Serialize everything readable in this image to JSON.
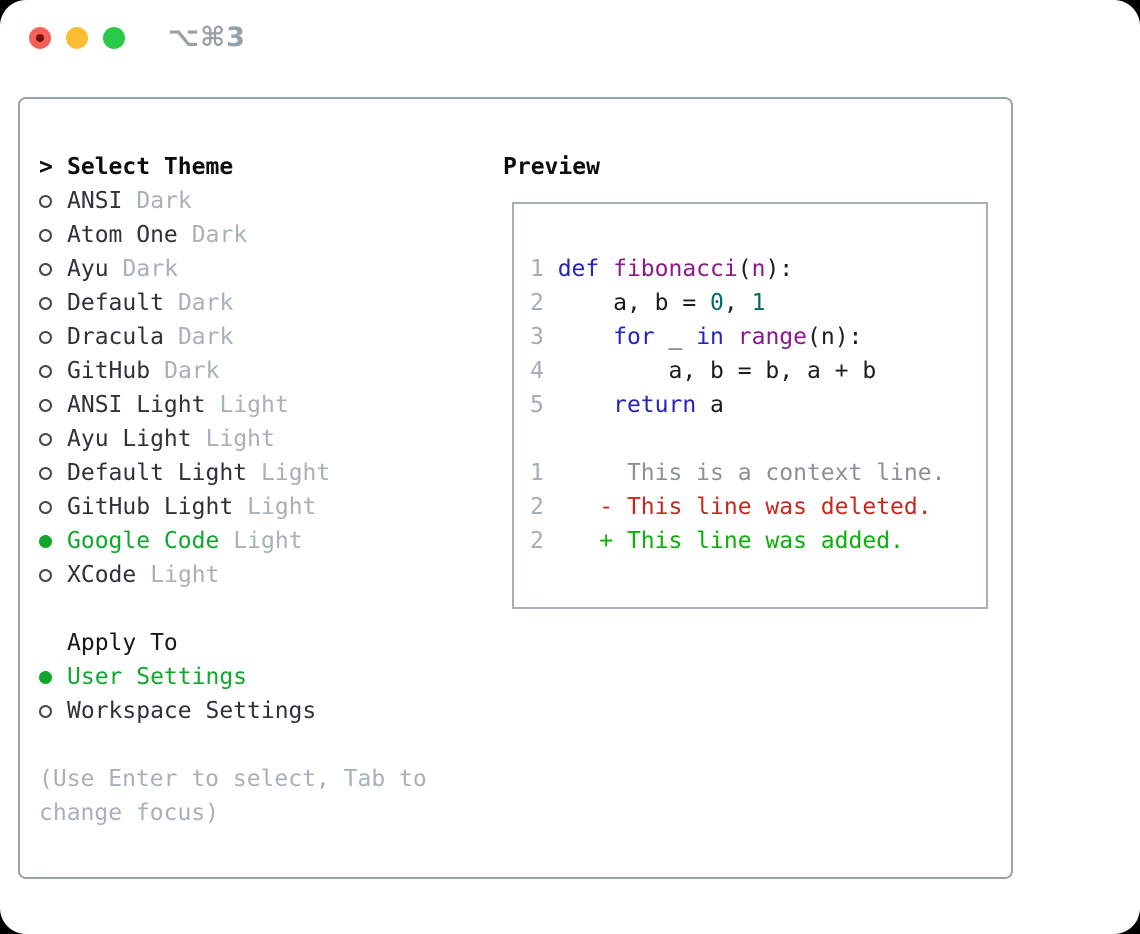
{
  "window": {
    "title": "⌥⌘3"
  },
  "icons": {
    "selection_caret": ">",
    "radio_unchecked": "○",
    "radio_checked": "●"
  },
  "colors": {
    "selection_green": "#0fa82f",
    "added_green": "#0bb00b",
    "deleted_red": "#c5291c",
    "keyword_blue": "#2323be",
    "function_purple": "#8c198c",
    "literal_teal": "#066969",
    "muted_gray": "#a7b0bb",
    "context_gray": "#8b9199",
    "traffic_red": "#f3605a",
    "traffic_yellow": "#fcbc33",
    "traffic_green": "#2bc948"
  },
  "theme_list": {
    "header": "Select Theme",
    "items": [
      {
        "name": "ANSI",
        "variant": "Dark",
        "selected": false
      },
      {
        "name": "Atom One",
        "variant": "Dark",
        "selected": false
      },
      {
        "name": "Ayu",
        "variant": "Dark",
        "selected": false
      },
      {
        "name": "Default",
        "variant": "Dark",
        "selected": false
      },
      {
        "name": "Dracula",
        "variant": "Dark",
        "selected": false
      },
      {
        "name": "GitHub",
        "variant": "Dark",
        "selected": false
      },
      {
        "name": "ANSI Light",
        "variant": "Light",
        "selected": false
      },
      {
        "name": "Ayu Light",
        "variant": "Light",
        "selected": false
      },
      {
        "name": "Default Light",
        "variant": "Light",
        "selected": false
      },
      {
        "name": "GitHub Light",
        "variant": "Light",
        "selected": false
      },
      {
        "name": "Google Code",
        "variant": "Light",
        "selected": true
      },
      {
        "name": "XCode",
        "variant": "Light",
        "selected": false
      }
    ]
  },
  "apply_to": {
    "label": "Apply To",
    "options": [
      {
        "name": "User Settings",
        "selected": true
      },
      {
        "name": "Workspace Settings",
        "selected": false
      }
    ]
  },
  "hint": {
    "line1": "(Use Enter to select, Tab to",
    "line2": "change focus)"
  },
  "preview": {
    "title": "Preview",
    "code_lines": [
      {
        "segs": [
          {
            "t": "1 "
          },
          {
            "t": "def "
          },
          {
            "t": "fibonacci"
          },
          {
            "t": "("
          },
          {
            "t": "n"
          },
          {
            "t": "):"
          }
        ]
      },
      {
        "segs": [
          {
            "t": "2 "
          },
          {
            "t": "    a, b = "
          },
          {
            "t": "0"
          },
          {
            "t": ", "
          },
          {
            "t": "1"
          }
        ]
      },
      {
        "segs": [
          {
            "t": "3 "
          },
          {
            "t": "    "
          },
          {
            "t": "for"
          },
          {
            "t": " _ "
          },
          {
            "t": "in"
          },
          {
            "t": " "
          },
          {
            "t": "range"
          },
          {
            "t": "(n):"
          }
        ]
      },
      {
        "segs": [
          {
            "t": "4 "
          },
          {
            "t": "        a, b = b, a + b"
          }
        ]
      },
      {
        "segs": [
          {
            "t": "5 "
          },
          {
            "t": "    "
          },
          {
            "t": "return"
          },
          {
            "t": " a"
          }
        ]
      },
      {
        "segs": []
      },
      {
        "segs": [
          {
            "t": "1"
          },
          {
            "t": "      This is a context line."
          }
        ]
      },
      {
        "segs": [
          {
            "t": "2"
          },
          {
            "t": "    - This line was deleted."
          }
        ]
      },
      {
        "segs": [
          {
            "t": "2"
          },
          {
            "t": "    + This line was added."
          }
        ]
      }
    ]
  }
}
